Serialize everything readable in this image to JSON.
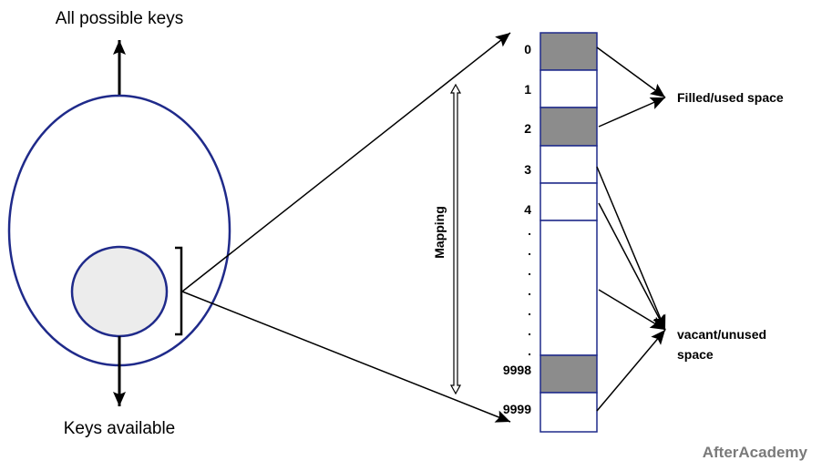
{
  "labels": {
    "all_keys": "All possible keys",
    "keys_available": "Keys available",
    "mapping": "Mapping",
    "filled": "Filled/used space",
    "vacant_line1": "vacant/unused",
    "vacant_line2": "space",
    "watermark": "AfterAcademy"
  },
  "array": {
    "indices": [
      "0",
      "1",
      "2",
      "3",
      "4",
      ".",
      ".",
      ".",
      ".",
      ".",
      ".",
      ".",
      "9998",
      "9999"
    ],
    "cells": [
      {
        "index": "0",
        "filled": true
      },
      {
        "index": "1",
        "filled": false
      },
      {
        "index": "2",
        "filled": true
      },
      {
        "index": "3",
        "filled": false
      },
      {
        "index": "4",
        "filled": false
      },
      {
        "index": "...",
        "filled": false
      },
      {
        "index": "9998",
        "filled": true
      },
      {
        "index": "9999",
        "filled": false
      }
    ]
  },
  "colors": {
    "outline": "#1f2a8a",
    "filled": "#8c8c8c",
    "inner": "#ececec",
    "watermark": "#7a7a7a"
  }
}
